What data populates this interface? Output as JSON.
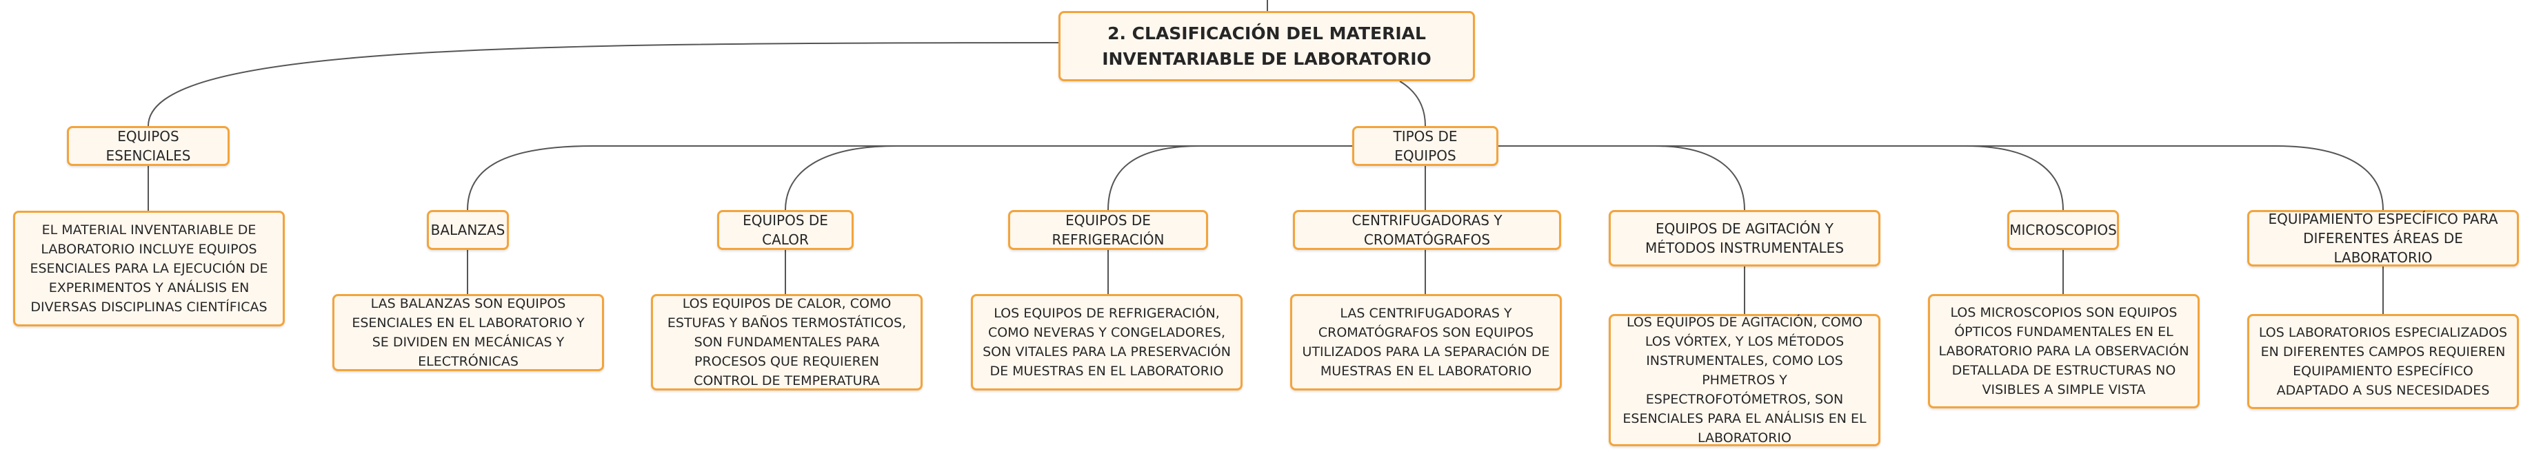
{
  "root": {
    "label": "2. Clasificación del material inventariable de laboratorio"
  },
  "essentials": {
    "label": "Equipos esenciales",
    "description": "El material inventariable de laboratorio incluye equipos esenciales para la ejecución de experimentos y análisis en diversas disciplinas científicas"
  },
  "types": {
    "label": "Tipos de equipos",
    "items": [
      {
        "label": "Balanzas",
        "description": "Las balanzas son equipos esenciales en el laboratorio y se dividen en mecánicas y electrónicas"
      },
      {
        "label": "Equipos de calor",
        "description": "Los equipos de calor, como estufas y baños termostáticos, son fundamentales para procesos que requieren control de temperatura"
      },
      {
        "label": "Equipos de refrigeración",
        "description": "Los equipos de refrigeración, como neveras y congeladores, son vitales para la preservación de muestras en el laboratorio"
      },
      {
        "label": "Centrifugadoras y cromatógrafos",
        "description": "Las centrifugadoras y cromatógrafos son equipos utilizados para la separación de muestras en el laboratorio"
      },
      {
        "label": "Equipos de agitación y métodos instrumentales",
        "description": "Los equipos de agitación, como los vórtex, y los métodos instrumentales, como los pHmetros y espectrofotómetros, son esenciales para el análisis en el laboratorio"
      },
      {
        "label": "Microscopios",
        "description": "Los microscopios son equipos ópticos fundamentales en el laboratorio para la observación detallada de estructuras no visibles a simple vista"
      },
      {
        "label": "Equipamiento específico para diferentes áreas de laboratorio",
        "description": "Los laboratorios especializados en diferentes campos requieren equipamiento específico adaptado a sus necesidades"
      }
    ]
  }
}
